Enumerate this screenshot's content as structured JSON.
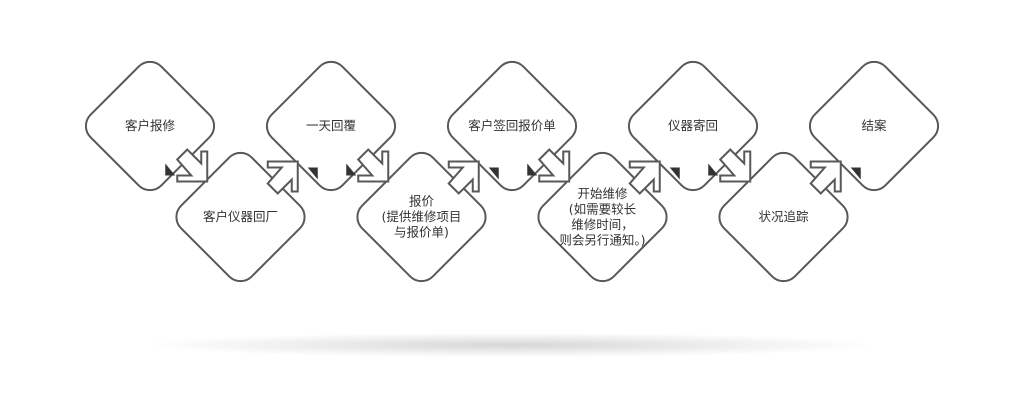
{
  "diagram": {
    "type": "flowchart",
    "nodes": [
      {
        "id": "n1",
        "row": "top",
        "lines": [
          "客户报修"
        ]
      },
      {
        "id": "n2",
        "row": "bottom",
        "lines": [
          "客户仪器回厂"
        ]
      },
      {
        "id": "n3",
        "row": "top",
        "lines": [
          "一天回覆"
        ]
      },
      {
        "id": "n4",
        "row": "bottom",
        "lines": [
          "报价",
          "(提供维修项目",
          "与报价单)"
        ]
      },
      {
        "id": "n5",
        "row": "top",
        "lines": [
          "客户签回报价单"
        ]
      },
      {
        "id": "n6",
        "row": "bottom",
        "lines": [
          "开始维修",
          "(如需要较长",
          "维修时间，",
          "则会另行通知。)"
        ]
      },
      {
        "id": "n7",
        "row": "top",
        "lines": [
          "仪器寄回"
        ]
      },
      {
        "id": "n8",
        "row": "bottom",
        "lines": [
          "状况追踪"
        ]
      },
      {
        "id": "n9",
        "row": "top",
        "lines": [
          "结案"
        ]
      }
    ],
    "edges": [
      [
        "n1",
        "n2"
      ],
      [
        "n2",
        "n3"
      ],
      [
        "n3",
        "n4"
      ],
      [
        "n4",
        "n5"
      ],
      [
        "n5",
        "n6"
      ],
      [
        "n6",
        "n7"
      ],
      [
        "n7",
        "n8"
      ],
      [
        "n8",
        "n9"
      ]
    ],
    "colors": {
      "stroke": "#58585a",
      "text": "#333333",
      "arrow": "#333333"
    }
  }
}
